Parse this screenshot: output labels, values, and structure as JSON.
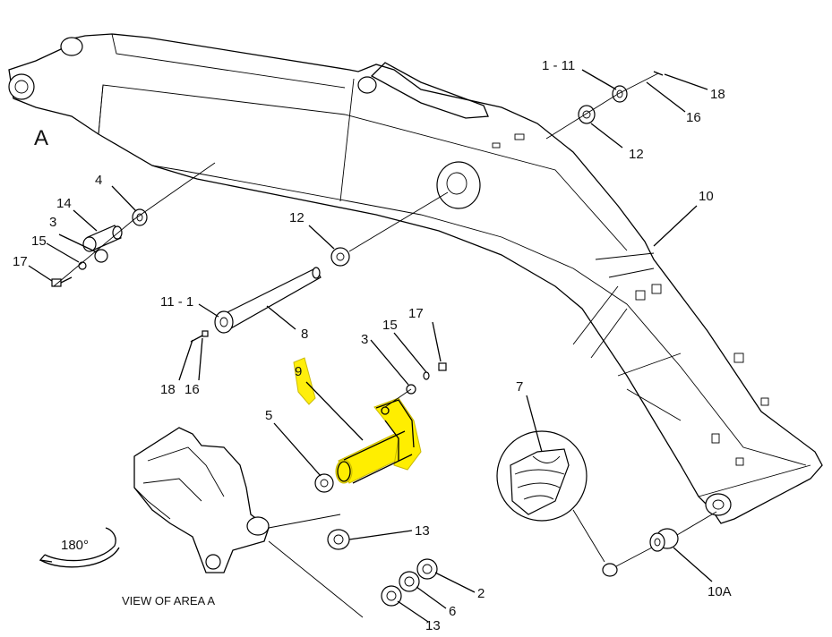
{
  "view_label": "A",
  "view_caption": "VIEW OF AREA A",
  "rotation_label": "180°",
  "highlight_color": "#ffee00",
  "callouts": {
    "c1_11_top": "1 - 11",
    "c18_top": "18",
    "c16_top": "16",
    "c12_top": "12",
    "c10": "10",
    "c4": "4",
    "c14": "14",
    "c3_left": "3",
    "c15_left": "15",
    "c17_left": "17",
    "c12_mid": "12",
    "c11_1": "11 - 1",
    "c8": "8",
    "c18_bottom": "18",
    "c16_bottom": "16",
    "c15_mid": "15",
    "c17_mid": "17",
    "c3_mid": "3",
    "c9": "9",
    "c5": "5",
    "c7": "7",
    "c13_mid": "13",
    "c2": "2",
    "c6": "6",
    "c13_bottom": "13",
    "c10a": "10A"
  }
}
